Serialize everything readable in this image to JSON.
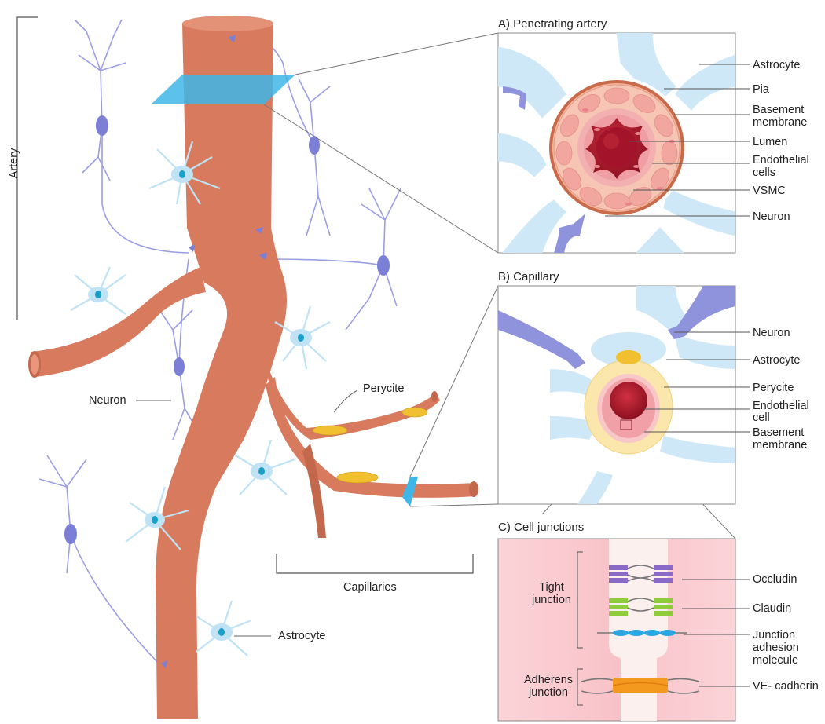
{
  "main_diagram": {
    "label_artery": "Artery",
    "label_neuron": "Neuron",
    "label_perycite": "Perycite",
    "label_capillaries": "Capillaries",
    "label_astrocyte": "Astrocyte"
  },
  "panel_a": {
    "title": "A) Penetrating artery",
    "labels": {
      "astrocyte": "Astrocyte",
      "pia": "Pia",
      "basement_1": "Basement",
      "basement_2": "membrane",
      "lumen": "Lumen",
      "endothelial_1": "Endothelial",
      "endothelial_2": "cells",
      "vsmc": "VSMC",
      "neuron": "Neuron"
    }
  },
  "panel_b": {
    "title": "B) Capillary",
    "labels": {
      "neuron": "Neuron",
      "astrocyte": "Astrocyte",
      "perycite": "Perycite",
      "endothelial_1": "Endothelial",
      "endothelial_2": "cell",
      "basement_1": "Basement",
      "basement_2": "membrane"
    }
  },
  "panel_c": {
    "title": "C) Cell junctions",
    "labels": {
      "tight_1": "Tight",
      "tight_2": "junction",
      "adherens_1": "Adherens",
      "adherens_2": "junction",
      "occludin": "Occludin",
      "claudin": "Claudin",
      "jam_1": "Junction",
      "jam_2": "adhesion",
      "jam_3": "molecule",
      "cadherin": "VE- cadherin"
    }
  },
  "colors": {
    "artery": "#d87a5e",
    "artery_dark": "#c4684d",
    "neuron": "#9b9ee3",
    "neuron_body": "#7b7fd6",
    "astrocyte": "#bfe2f5",
    "astrocyte_core": "#1aa0c8",
    "plane": "#3fb6e8",
    "perycite": "#f0c030",
    "lumen": "#b0182a",
    "endothelial": "#f5b5b5",
    "occludin": "#8a6ac7",
    "claudin": "#8fcc3c",
    "jam": "#2aa6e0",
    "cadherin": "#f39a1e"
  }
}
